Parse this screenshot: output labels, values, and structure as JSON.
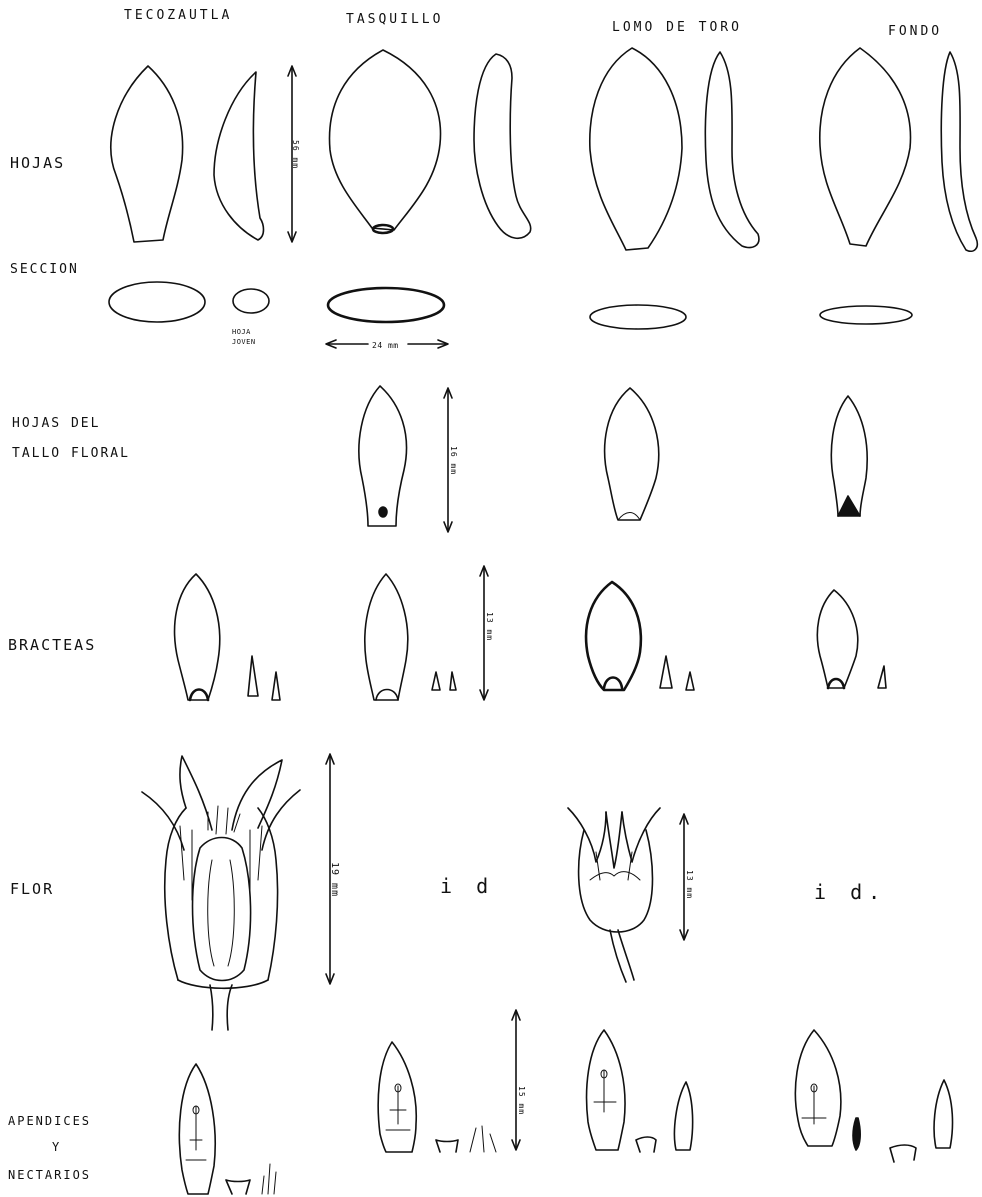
{
  "columns": {
    "c1": "TECOZAUTLA",
    "c2": "TASQUILLO",
    "c3": "LOMO DE TORO",
    "c4": "FONDO"
  },
  "rows": {
    "hojas": "HOJAS",
    "seccion": "SECCION",
    "hojas_del": "HOJAS DEL",
    "tallo_floral": "TALLO FLORAL",
    "bracteas": "BRACTEAS",
    "flor": "FLOR",
    "apendices": "APENDICES",
    "y": "Y",
    "nectarios": "NECTARIOS"
  },
  "annotations": {
    "hoja_joven_1": "HOJA",
    "hoja_joven_2": "JOVEN",
    "dim_hojas": "56 mm",
    "dim_seccion": "24 mm",
    "dim_tallo": "16 mm",
    "dim_bracteas": "13 mm",
    "dim_flor_1": "19 mm",
    "dim_flor_3": "13 mm",
    "dim_apendices": "15 mm",
    "id_1": "i d",
    "id_2": "i d."
  }
}
